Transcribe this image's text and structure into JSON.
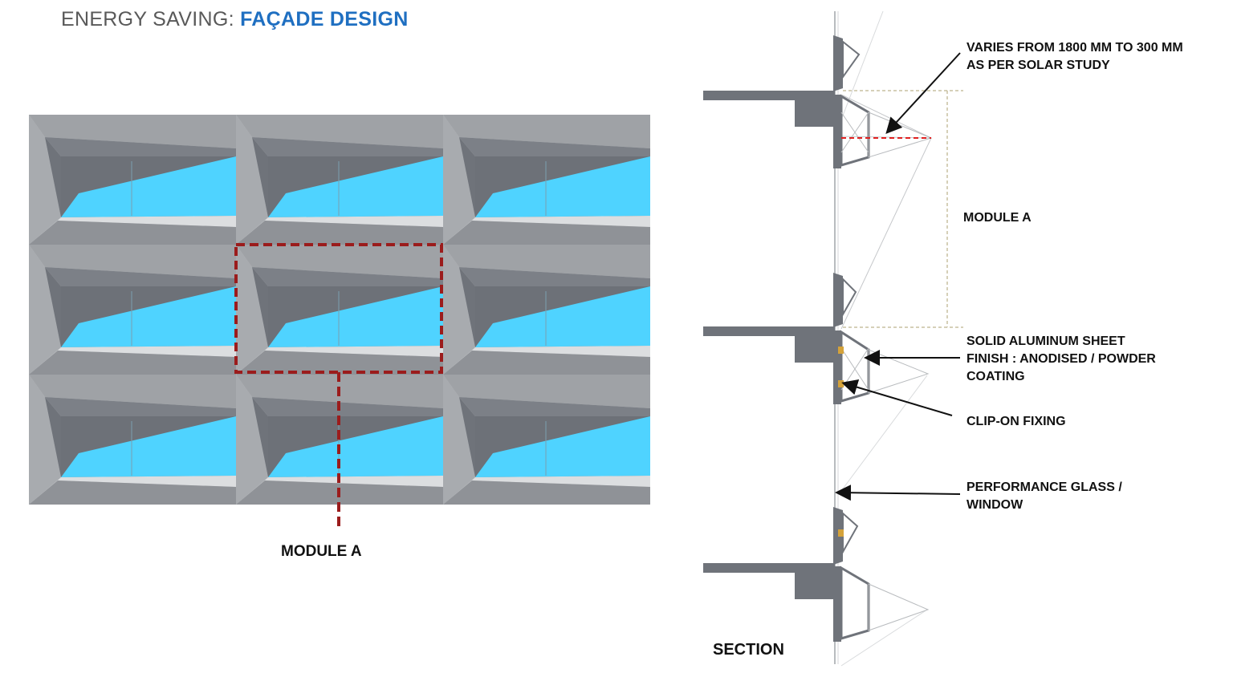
{
  "title": {
    "prefix": "ENERGY SAVING:",
    "highlight": "FAÇADE DESIGN",
    "highlight_color": "#1f6fc1"
  },
  "elevation": {
    "callout_label": "MODULE A",
    "callout_color": "#9b1c1c",
    "panel_colors": {
      "light_grey": "#c8cacd",
      "mid_grey": "#a3a6aa",
      "dark_grey": "#6f737a",
      "glass": "#4fd3ff"
    }
  },
  "section": {
    "heading": "SECTION",
    "module_label": "MODULE A",
    "annotations": {
      "depth_line1": "VARIES FROM 1800 MM TO 300 MM",
      "depth_line2": "AS PER  SOLAR STUDY",
      "sheet_line1": "SOLID ALUMINUM SHEET",
      "sheet_line2": "FINISH : ANODISED / POWDER",
      "sheet_line3": "COATING",
      "fixing": "CLIP-ON FIXING",
      "glass_line1": "PERFORMANCE GLASS /",
      "glass_line2": "WINDOW"
    },
    "colors": {
      "slab": "#6f737a",
      "dimension_line": "#c8c0a0",
      "clip": "#d4a23a",
      "depth_marker": "#e02020"
    }
  }
}
